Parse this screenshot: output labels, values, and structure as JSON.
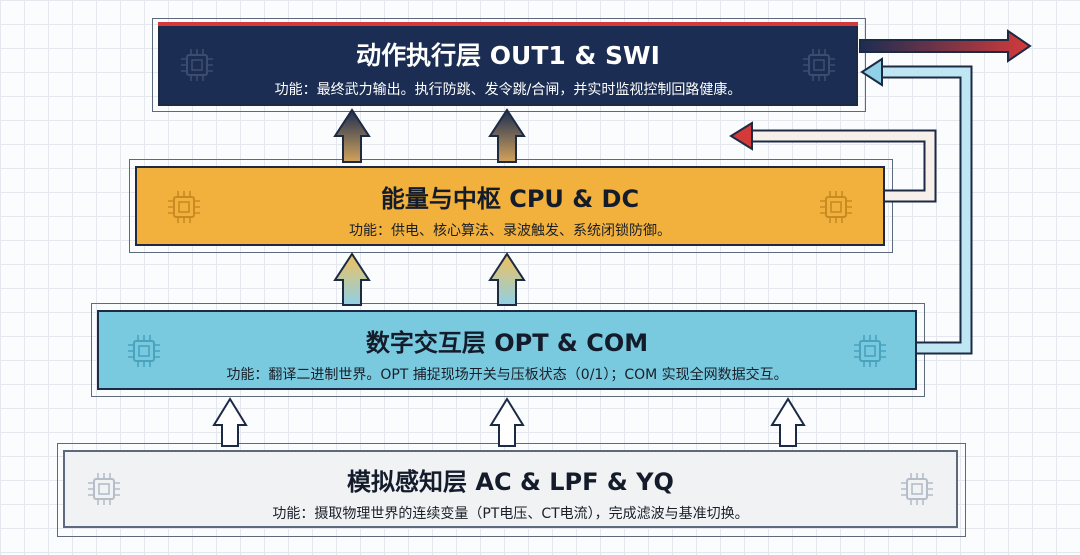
{
  "layers": [
    {
      "title": "动作执行层 OUT1 & SWI",
      "description": "功能：最终武力输出。执行防跳、发令跳/合闸，并实时监视控制回路健康。",
      "color": "#1b2d52"
    },
    {
      "title": "能量与中枢 CPU & DC",
      "description": "功能：供电、核心算法、录波触发、系统闭锁防御。",
      "color": "#f1b13c"
    },
    {
      "title": "数字交互层 OPT & COM",
      "description": "功能：翻译二进制世界。OPT 捕捉现场开关与压板状态（0/1）；COM 实现全网数据交互。",
      "color": "#79c9df"
    },
    {
      "title": "模拟感知层 AC & LPF & YQ",
      "description": "功能：摄取物理世界的连续变量（PT电压、CT电流），完成滤波与基准切换。",
      "color": "#f0f2f4"
    }
  ],
  "icons": [
    "chip-icon"
  ],
  "colors": {
    "output_arrow": "#d43a3a",
    "feedback_arrow": "#8fd0e6",
    "grid": "#e4e8ee"
  }
}
